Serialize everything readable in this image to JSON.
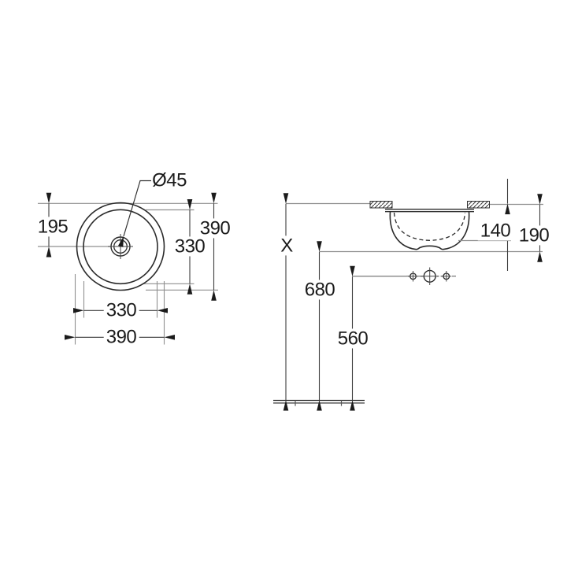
{
  "drawing": {
    "plan_view": {
      "dim_tap_hole_diameter": "Ø45",
      "dim_center_offset": "195",
      "dim_overall_height": "390",
      "dim_inner_bowl_height": "330",
      "dim_inner_bowl_width": "330",
      "dim_overall_width": "390"
    },
    "elevation_view": {
      "dim_bowl_inner_depth": "140",
      "dim_bowl_total_depth": "190",
      "dim_installation_height": "X",
      "dim_basin_underside_height": "680",
      "dim_outlet_height": "560"
    },
    "colors": {
      "background": "#ffffff",
      "object_line": "#2b2b2b",
      "reference_line": "#8f8f8f",
      "dimension_line": "#3d3d3d",
      "arrow": "#1b1b1b",
      "text": "#1b1b1b"
    }
  }
}
